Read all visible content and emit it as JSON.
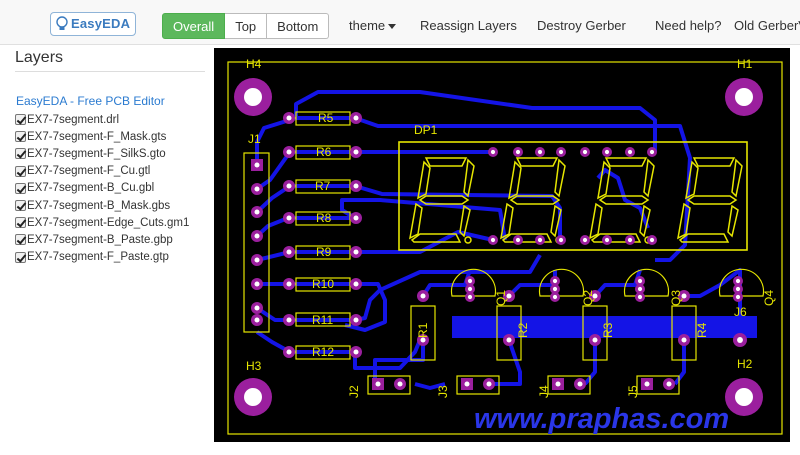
{
  "navbar": {
    "logo_text": "EasyEDA",
    "views": [
      {
        "label": "Overall",
        "active": true
      },
      {
        "label": "Top",
        "active": false
      },
      {
        "label": "Bottom",
        "active": false
      }
    ],
    "theme_label": "theme",
    "reassign_label": "Reassign Layers",
    "destroy_label": "Destroy Gerber",
    "help_label": "Need help?",
    "old_viewer_label": "Old GerberV"
  },
  "sidebar": {
    "title": "Layers",
    "editor_link": "EasyEDA - Free PCB Editor",
    "layers": [
      {
        "name": "EX7-7segment.drl",
        "checked": true
      },
      {
        "name": "EX7-7segment-F_Mask.gts",
        "checked": true
      },
      {
        "name": "EX7-7segment-F_SilkS.gto",
        "checked": true
      },
      {
        "name": "EX7-7segment-F_Cu.gtl",
        "checked": true
      },
      {
        "name": "EX7-7segment-B_Cu.gbl",
        "checked": true
      },
      {
        "name": "EX7-7segment-B_Mask.gbs",
        "checked": true
      },
      {
        "name": "EX7-7segment-Edge_Cuts.gm1",
        "checked": true
      },
      {
        "name": "EX7-7segment-B_Paste.gbp",
        "checked": true
      },
      {
        "name": "EX7-7segment-F_Paste.gtp",
        "checked": true
      }
    ]
  },
  "pcb": {
    "colors": {
      "board": "#000000",
      "copper": "#1414e6",
      "silk": "#e6e600",
      "pad": "#9b1f9e",
      "drill": "#ffffff",
      "watermark": "#2a36e8"
    },
    "mount_labels": [
      "H4",
      "H1",
      "H3",
      "H2"
    ],
    "connector_labels": [
      "J1",
      "J2",
      "J3",
      "J4",
      "J5",
      "J6"
    ],
    "resistor_labels": [
      "R5",
      "R6",
      "R7",
      "R8",
      "R9",
      "R10",
      "R11",
      "R12"
    ],
    "base_resistor_labels": [
      "R1",
      "R2",
      "R3",
      "R4"
    ],
    "transistor_labels": [
      "Q1",
      "Q2",
      "Q3",
      "Q4"
    ],
    "display_label": "DP1",
    "watermark": "www.praphas.com"
  }
}
